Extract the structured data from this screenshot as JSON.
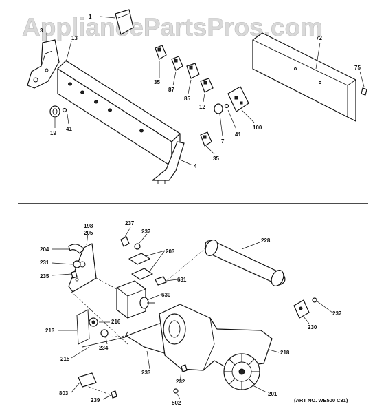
{
  "watermark": "AppliancePartsPros.com",
  "art_number": "(ART NO. WE500 C31)",
  "labels": {
    "l1": "1",
    "l3": "3",
    "l13": "13",
    "l19": "19",
    "l41a": "41",
    "l35a": "35",
    "l87": "87",
    "l85": "85",
    "l12": "12",
    "l7": "7",
    "l41b": "41",
    "l100": "100",
    "l35b": "35",
    "l4": "4",
    "l72": "72",
    "l75": "75",
    "l198": "198",
    "l205": "205",
    "l204": "204",
    "l231": "231",
    "l235": "235",
    "l237a": "237",
    "l237b": "237",
    "l203": "203",
    "l631": "631",
    "l630": "630",
    "l228": "228",
    "l213": "213",
    "l216": "216",
    "l234": "234",
    "l215": "215",
    "l233": "233",
    "l232": "232",
    "l502": "502",
    "l803": "803",
    "l239": "239",
    "l218": "218",
    "l201": "201",
    "l230": "230",
    "l237c": "237"
  }
}
